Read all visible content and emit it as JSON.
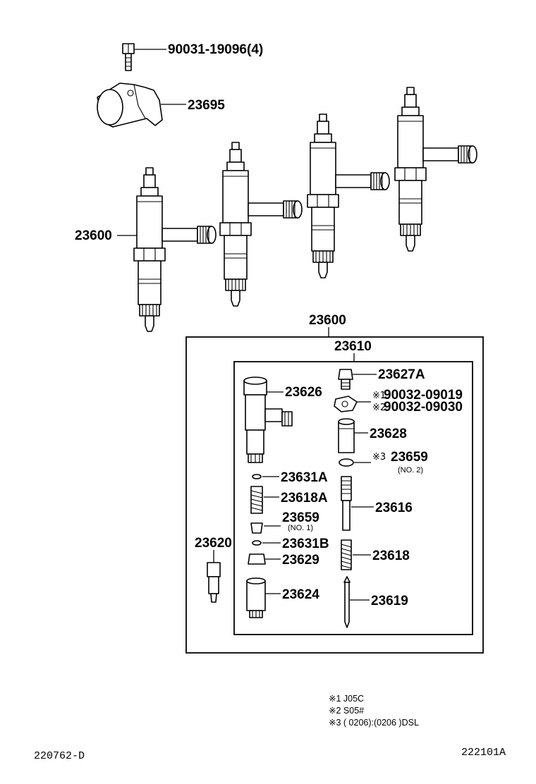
{
  "labels": {
    "bolt": "90031-19096(4)",
    "clamp": "23695",
    "injector_assy": "23600",
    "box_assy": "23600",
    "nozzle_holder_assy": "23610",
    "union_bolt": "23627A",
    "gasket1": "90032-09019",
    "gasket2": "90032-09030",
    "retaining_nut": "23628",
    "washer_no2": "23659",
    "washer_no2_sub": "(NO. 2)",
    "body": "23626",
    "pin_a": "23631A",
    "spring_a": "23618A",
    "washer_no1": "23659",
    "washer_no1_sub": "(NO. 1)",
    "pin_b": "23631B",
    "spacer": "23629",
    "nozzle": "23620",
    "nut": "23624",
    "push_rod": "23616",
    "spring": "23618",
    "needle": "23619"
  },
  "marks": {
    "m1": "※1",
    "m2": "※2",
    "m3": "※3"
  },
  "notes": {
    "n1": "※1  J05C",
    "n2": "※2  S05#",
    "n3": "※3  (       0206):(0206       )DSL"
  },
  "footer": {
    "left_code": "220762-D",
    "right_code": "222101A"
  }
}
